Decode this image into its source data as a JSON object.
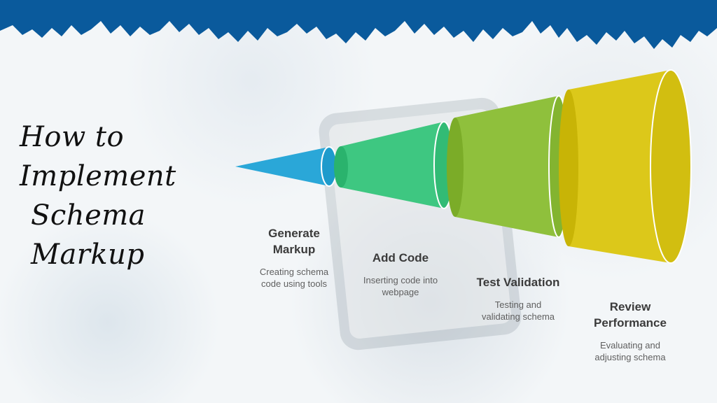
{
  "title": {
    "line1": "How to Implement",
    "line2": "Schema Markup"
  },
  "colors": {
    "header_band": "#0a5a9c",
    "stage1": "#2aa7d8",
    "stage2": "#3ec781",
    "stage3": "#8fc03c",
    "stage4": "#dcc81a"
  },
  "steps": [
    {
      "heading_line1": "Generate",
      "heading_line2": "Markup",
      "desc_line1": "Creating schema",
      "desc_line2": "code using tools"
    },
    {
      "heading_line1": "Add Code",
      "heading_line2": "",
      "desc_line1": "Inserting code into",
      "desc_line2": "webpage"
    },
    {
      "heading_line1": "Test Validation",
      "heading_line2": "",
      "desc_line1": "Testing and",
      "desc_line2": "validating schema"
    },
    {
      "heading_line1": "Review",
      "heading_line2": "Performance",
      "desc_line1": "Evaluating and",
      "desc_line2": "adjusting schema"
    }
  ]
}
